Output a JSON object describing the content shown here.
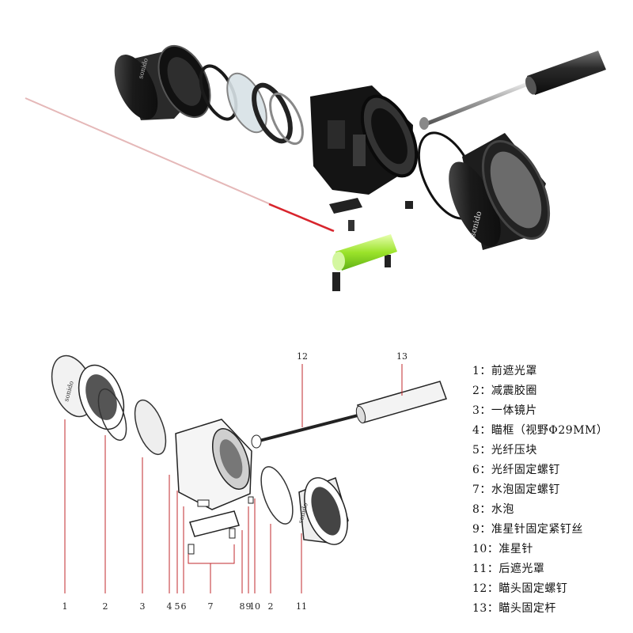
{
  "photo": {
    "front_shade_brand": "sonido",
    "rear_shade_brand": "sonido"
  },
  "drawing": {
    "top_labels": [
      "12",
      "13"
    ],
    "bottom_labels": [
      "1",
      "2",
      "3",
      "4",
      "5",
      "6",
      "7",
      "8",
      "9",
      "10",
      "2",
      "11"
    ],
    "front_shade_brand": "sonido",
    "rear_shade_brand": "sonido"
  },
  "legend": [
    "1：前遮光罩",
    "2：减震胶圈",
    "3：一体镜片",
    "4：瞄框（视野Φ29MM）",
    "5：光纤压块",
    "6：光纤固定螺钉",
    "7：水泡固定螺钉",
    "8：水泡",
    "9：准星针固定紧钉丝",
    "10：准星针",
    "11：后遮光罩",
    "12：瞄头固定螺钉",
    "13：瞄头固定杆"
  ]
}
